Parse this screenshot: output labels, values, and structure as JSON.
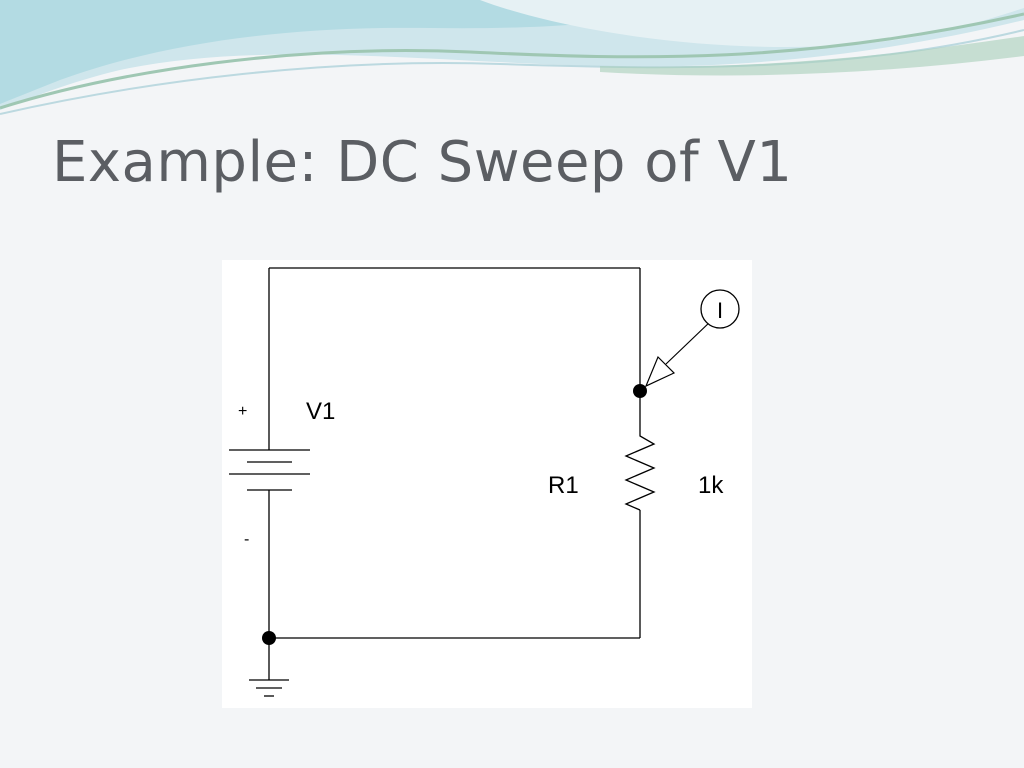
{
  "slide": {
    "title": "Example: DC Sweep of V1"
  },
  "theme": {
    "title_color": "#5b5e63",
    "wave_colors": [
      "#a9d6df",
      "#b9d4c2",
      "#d6e8ee"
    ],
    "background": "#f3f5f7"
  },
  "schematic": {
    "source": {
      "name": "V1",
      "plus_label": "+",
      "minus_label": "-"
    },
    "resistor": {
      "name": "R1",
      "value": "1k"
    },
    "current_probe": {
      "symbol": "I"
    }
  }
}
